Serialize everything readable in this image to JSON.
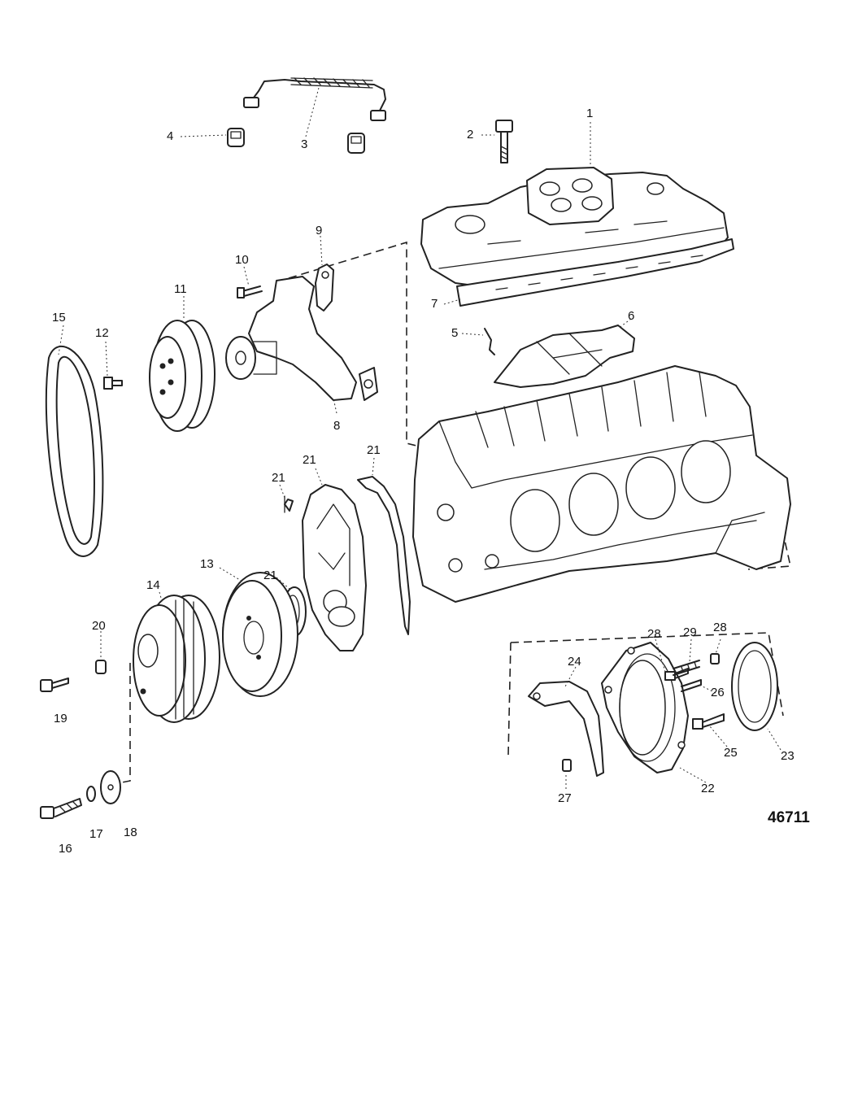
{
  "callouts": [
    {
      "id": "c1",
      "label": "1"
    },
    {
      "id": "c2",
      "label": "2"
    },
    {
      "id": "c3",
      "label": "3"
    },
    {
      "id": "c4",
      "label": "4"
    },
    {
      "id": "c5",
      "label": "5"
    },
    {
      "id": "c6",
      "label": "6"
    },
    {
      "id": "c7",
      "label": "7"
    },
    {
      "id": "c8",
      "label": "8"
    },
    {
      "id": "c9",
      "label": "9"
    },
    {
      "id": "c10",
      "label": "10"
    },
    {
      "id": "c11",
      "label": "11"
    },
    {
      "id": "c12",
      "label": "12"
    },
    {
      "id": "c13",
      "label": "13"
    },
    {
      "id": "c14",
      "label": "14"
    },
    {
      "id": "c15",
      "label": "15"
    },
    {
      "id": "c16",
      "label": "16"
    },
    {
      "id": "c17",
      "label": "17"
    },
    {
      "id": "c18",
      "label": "18"
    },
    {
      "id": "c19",
      "label": "19"
    },
    {
      "id": "c20",
      "label": "20"
    },
    {
      "id": "c21a",
      "label": "21"
    },
    {
      "id": "c21b",
      "label": "21"
    },
    {
      "id": "c21c",
      "label": "21"
    },
    {
      "id": "c21d",
      "label": "21"
    },
    {
      "id": "c22",
      "label": "22"
    },
    {
      "id": "c23",
      "label": "23"
    },
    {
      "id": "c24",
      "label": "24"
    },
    {
      "id": "c25",
      "label": "25"
    },
    {
      "id": "c26",
      "label": "26"
    },
    {
      "id": "c27",
      "label": "27"
    },
    {
      "id": "c28a",
      "label": "28"
    },
    {
      "id": "c28b",
      "label": "28"
    },
    {
      "id": "c29",
      "label": "29"
    }
  ],
  "diagram_number": "46711"
}
